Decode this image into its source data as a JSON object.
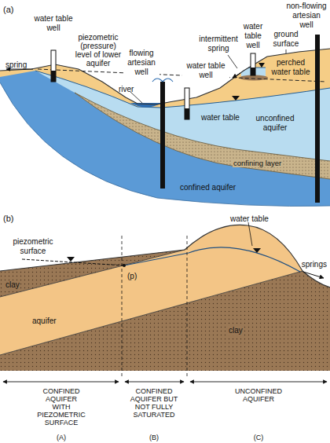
{
  "diagram": {
    "labels": [
      "(a)",
      "water table well",
      "piezometric (pressure) level of lower aquifer",
      "spring",
      "flowing artesian well",
      "river",
      "water table well",
      "intermittent spring",
      "water table well",
      "non-flowing artesian well",
      "ground surface",
      "perched water table",
      "water table",
      "unconfined aquifer",
      "confining layer",
      "confined aquifer",
      "(b)",
      "piezometric surface",
      "(p)",
      "water table",
      "springs",
      "clay",
      "aquifer",
      "clay",
      "CONFINED AQUIFER WITH PIEZOMETRIC SURFACE",
      "(A)",
      "CONFINED AQUIFER BUT NOT FULLY SATURATED",
      "(B)",
      "UNCONFINED AQUIFER",
      "(C)"
    ]
  }
}
